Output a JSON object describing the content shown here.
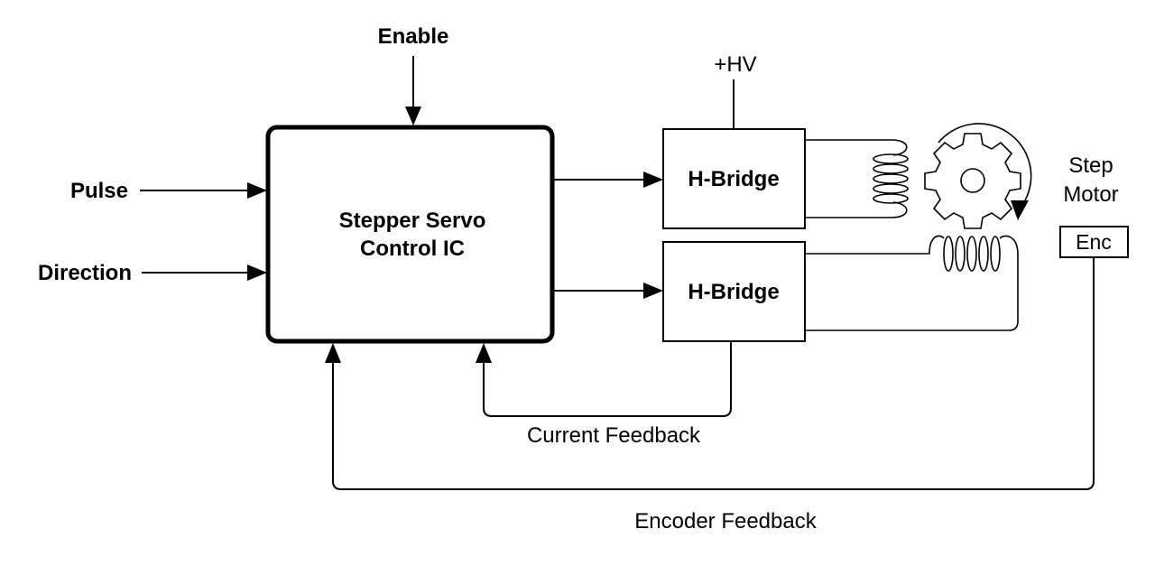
{
  "inputs": {
    "enable": "Enable",
    "pulse": "Pulse",
    "direction": "Direction"
  },
  "controller": {
    "line1": "Stepper Servo",
    "line2": "Control IC"
  },
  "power": {
    "supply": "+HV"
  },
  "bridges": [
    {
      "label": "H-Bridge"
    },
    {
      "label": "H-Bridge"
    }
  ],
  "motor": {
    "line1": "Step",
    "line2": "Motor",
    "encoder": "Enc"
  },
  "feedback": {
    "current": "Current Feedback",
    "encoder": "Encoder Feedback"
  }
}
